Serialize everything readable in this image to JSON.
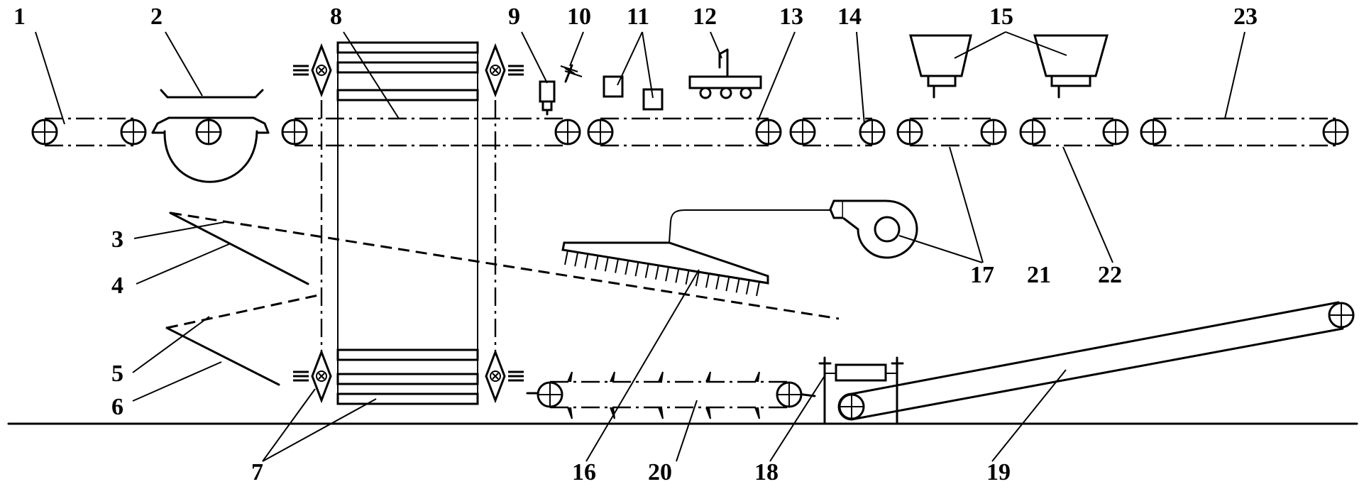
{
  "labels": {
    "l1": "1",
    "l2": "2",
    "l3": "3",
    "l4": "4",
    "l5": "5",
    "l6": "6",
    "l7": "7",
    "l8": "8",
    "l9": "9",
    "l10": "10",
    "l11": "11",
    "l12": "12",
    "l13": "13",
    "l14": "14",
    "l15": "15",
    "l16": "16",
    "l17": "17",
    "l18": "18",
    "l19": "19",
    "l20": "20",
    "l21": "21",
    "l22": "22",
    "l23": "23"
  },
  "icons": {
    "pulley": "pulley-icon",
    "sprocket": "sprocket-icon",
    "hopper": "hopper-icon",
    "fan": "fan-icon",
    "nozzle": "nozzle-icon"
  },
  "colors": {
    "stroke": "#000000",
    "background": "#ffffff"
  }
}
